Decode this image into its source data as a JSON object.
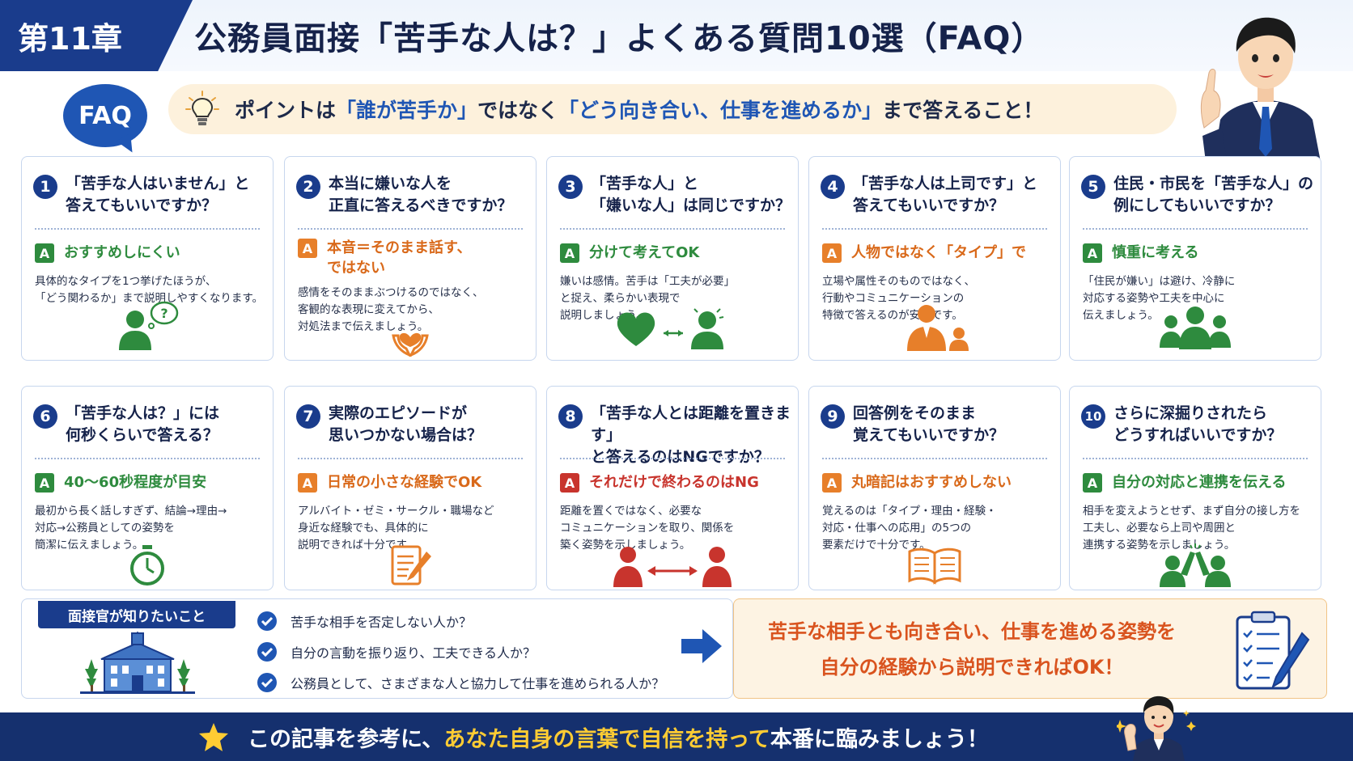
{
  "header": {
    "chapter": "第11章",
    "title": "公務員面接「苦手な人は？」よくある質問10選（FAQ）"
  },
  "faq_label": "FAQ",
  "point": {
    "prefix": "ポイントは",
    "hl1": "「誰が苦手か」",
    "middle": "ではなく",
    "hl2": "「どう向き合い、仕事を進めるか」",
    "suffix": "まで答えること！"
  },
  "answer_mark": "A",
  "cards": [
    {
      "num": "1",
      "question": "「苦手な人はいません」と\n答えてもいいですか？",
      "answer": "おすすめしにくい",
      "body": "具体的なタイプを1つ挙げたほうが、\n「どう関わるか」まで説明しやすくなります。",
      "icon": "thinking-person-icon"
    },
    {
      "num": "2",
      "question": "本当に嫌いな人を\n正直に答えるべきですか？",
      "answer": "本音＝そのまま話す、\nではない",
      "body": "感情をそのままぶつけるのではなく、\n客観的な表現に変えてから、\n対処法まで伝えましょう。",
      "icon": "heart-hands-icon"
    },
    {
      "num": "3",
      "question": "「苦手な人」と\n「嫌いな人」は同じですか？",
      "answer": "分けて考えてOK",
      "body": "嫌いは感情。苦手は「工夫が必要」\nと捉え、柔らかい表現で\n説明しましょう。",
      "icon": "heart-vs-person-icon"
    },
    {
      "num": "4",
      "question": "「苦手な人は上司です」と\n答えてもいいですか？",
      "answer": "人物ではなく「タイプ」で",
      "body": "立場や属性そのものではなく、\n行動やコミュニケーションの\n特徴で答えるのが安全です。",
      "icon": "boss-icon"
    },
    {
      "num": "5",
      "question": "住民・市民を「苦手な人」の\n例にしてもいいですか？",
      "answer": "慎重に考える",
      "body": "「住民が嫌い」は避け、冷静に\n対応する姿勢や工夫を中心に\n伝えましょう。",
      "icon": "group-icon"
    },
    {
      "num": "6",
      "question": "「苦手な人は？」には\n何秒くらいで答える？",
      "answer": "40〜60秒程度が目安",
      "body": "最初から長く話しすぎず、結論→理由→\n対応→公務員としての姿勢を\n簡潔に伝えましょう。",
      "icon": "stopwatch-icon"
    },
    {
      "num": "7",
      "question": "実際のエピソードが\n思いつかない場合は？",
      "answer": "日常の小さな経験でOK",
      "body": "アルバイト・ゼミ・サークル・職場など\n身近な経験でも、具体的に\n説明できれば十分です。",
      "icon": "notepad-icon"
    },
    {
      "num": "8",
      "question": "「苦手な人とは距離を置きます」\nと答えるのはNGですか？",
      "answer": "それだけで終わるのはNG",
      "body": "距離を置くではなく、必要な\nコミュニケーションを取り、関係を\n築く姿勢を示しましょう。",
      "icon": "two-people-arrow-icon"
    },
    {
      "num": "9",
      "question": "回答例をそのまま\n覚えてもいいですか？",
      "answer": "丸暗記はおすすめしない",
      "body": "覚えるのは「タイプ・理由・経験・\n対応・仕事への応用」の5つの\n要素だけで十分です。",
      "icon": "open-book-icon"
    },
    {
      "num": "10",
      "question": "さらに深掘りされたら\nどうすればいいですか？",
      "answer": "自分の対応と連携を伝える",
      "body": "相手を変えようとせず、まず自分の接し方を\n工夫し、必要なら上司や周囲と\n連携する姿勢を示しましょう。",
      "icon": "high-five-icon"
    }
  ],
  "interviewer": {
    "tag": "面接官が知りたいこと",
    "checks": [
      "苦手な相手を否定しない人か？",
      "自分の言動を振り返り、工夫できる人か？",
      "公務員として、さまざまな人と協力して仕事を進められる人か？"
    ]
  },
  "conclusion": {
    "line1": "苦手な相手とも向き合い、仕事を進める姿勢を",
    "line2": "自分の経験から説明できればOK！"
  },
  "footer": {
    "prefix": "この記事を参考に、",
    "highlight": "あなた自身の言葉で自信を持って",
    "suffix": "本番に臨みましょう！"
  },
  "colors": {
    "navy": "#1a3c8c",
    "accent_blue": "#1f56b4",
    "green": "#2e8b3e",
    "orange": "#e77f2a",
    "red": "#c8342d",
    "footer_highlight": "#ffcc33"
  }
}
